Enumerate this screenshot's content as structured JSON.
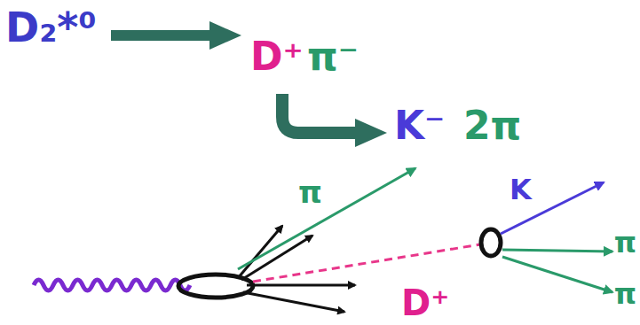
{
  "diagram": {
    "labels": [
      "D₂*⁰",
      "D⁺",
      "π⁻",
      "K⁻",
      "2π",
      "π",
      "K",
      "π",
      "π",
      "D⁺"
    ]
  }
}
